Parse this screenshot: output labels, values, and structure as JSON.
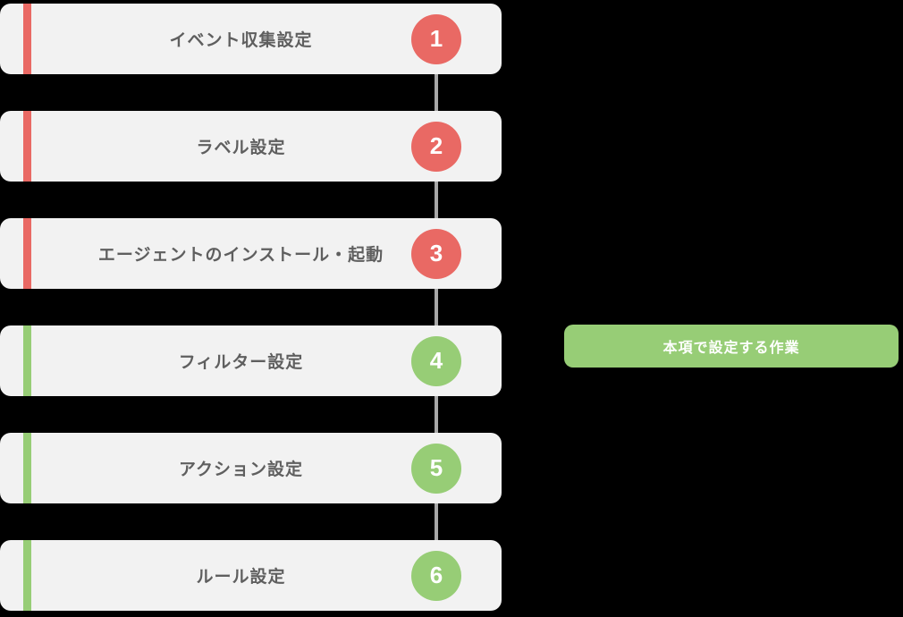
{
  "background_color": "#000000",
  "card_color": "#F2F2F2",
  "connector_color": "#A8A8A8",
  "label_text_color": "#5F5F5F",
  "accent_red": "#E96964",
  "accent_green": "#97CD76",
  "steps": [
    {
      "number": "1",
      "label": "イベント収集設定",
      "color": "#E96964"
    },
    {
      "number": "2",
      "label": "ラベル設定",
      "color": "#E96964"
    },
    {
      "number": "3",
      "label": "エージェントのインストール・起動",
      "color": "#E96964"
    },
    {
      "number": "4",
      "label": "フィルター設定",
      "color": "#97CD76"
    },
    {
      "number": "5",
      "label": "アクション設定",
      "color": "#97CD76"
    },
    {
      "number": "6",
      "label": "ルール設定",
      "color": "#97CD76"
    }
  ],
  "legend": {
    "label": "本項で設定する作業",
    "color": "#97CD76",
    "text_color": "#FFFFFF"
  }
}
